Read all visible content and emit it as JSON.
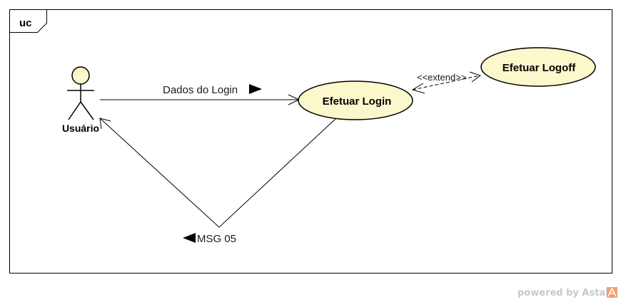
{
  "diagram": {
    "frame_tag": "uc",
    "actor": {
      "label": "Usuário",
      "fill_color": "#fbf8cc"
    },
    "use_cases": {
      "login": {
        "label": "Efetuar Login",
        "fill_color": "#fbf8cc"
      },
      "logoff": {
        "label": "Efetuar Logoff",
        "fill_color": "#fbf8cc"
      }
    },
    "messages": {
      "login_data": "Dados do Login",
      "response": "MSG 05"
    },
    "extend": {
      "stereotype": "<<extend>>"
    }
  },
  "watermark": {
    "text": "powered by Astah",
    "logo_color": "#f0a070"
  }
}
